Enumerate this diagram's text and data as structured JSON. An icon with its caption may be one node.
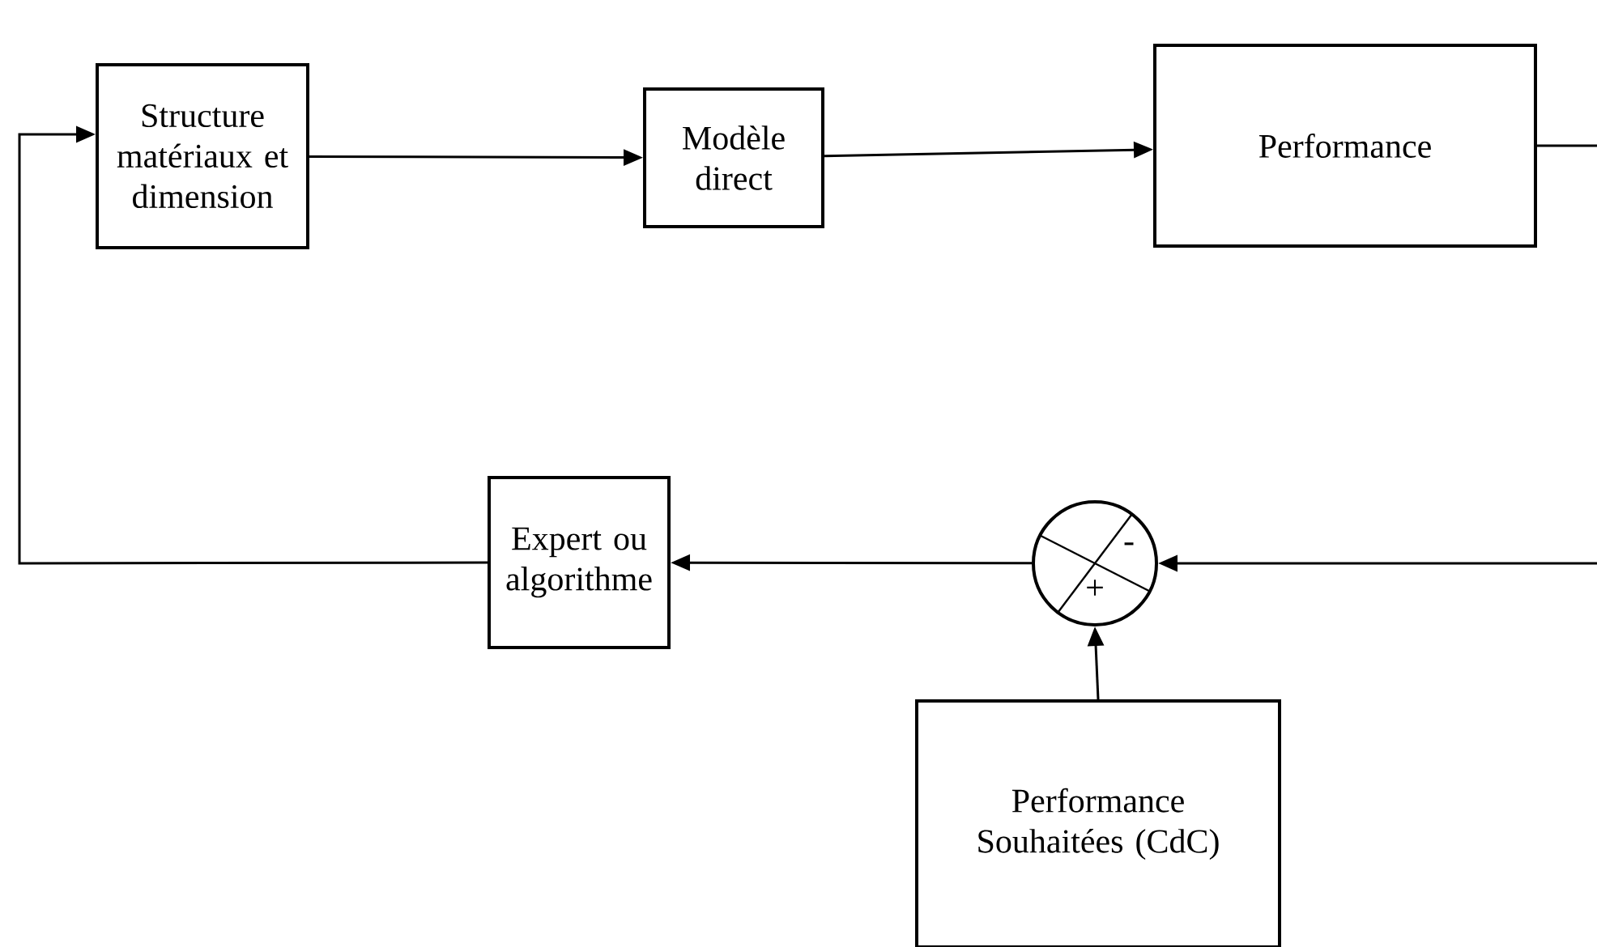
{
  "diagram": {
    "nodes": [
      {
        "text": [
          "Structure matériaux et dimension"
        ]
      },
      {
        "text": [
          "Modèle direct"
        ]
      },
      {
        "text": [
          "Performance"
        ]
      },
      {
        "text": [
          "Expert ou algorithme"
        ]
      },
      {
        "text": [
          "-",
          "+"
        ]
      },
      {
        "text": [
          "Performance Souhaitées (CdC)"
        ]
      }
    ],
    "edges": [
      {
        "from": 0,
        "to": 1,
        "arrow": "to"
      },
      {
        "from": 1,
        "to": 2,
        "arrow": "to"
      },
      {
        "from": 2,
        "to": null,
        "arrow": "none"
      },
      {
        "from": null,
        "to": 4,
        "arrow": "to"
      },
      {
        "from": 4,
        "to": 3,
        "arrow": "to"
      },
      {
        "from": 3,
        "to": 0,
        "arrow": "to"
      },
      {
        "from": 5,
        "to": 4,
        "arrow": "to"
      }
    ]
  }
}
